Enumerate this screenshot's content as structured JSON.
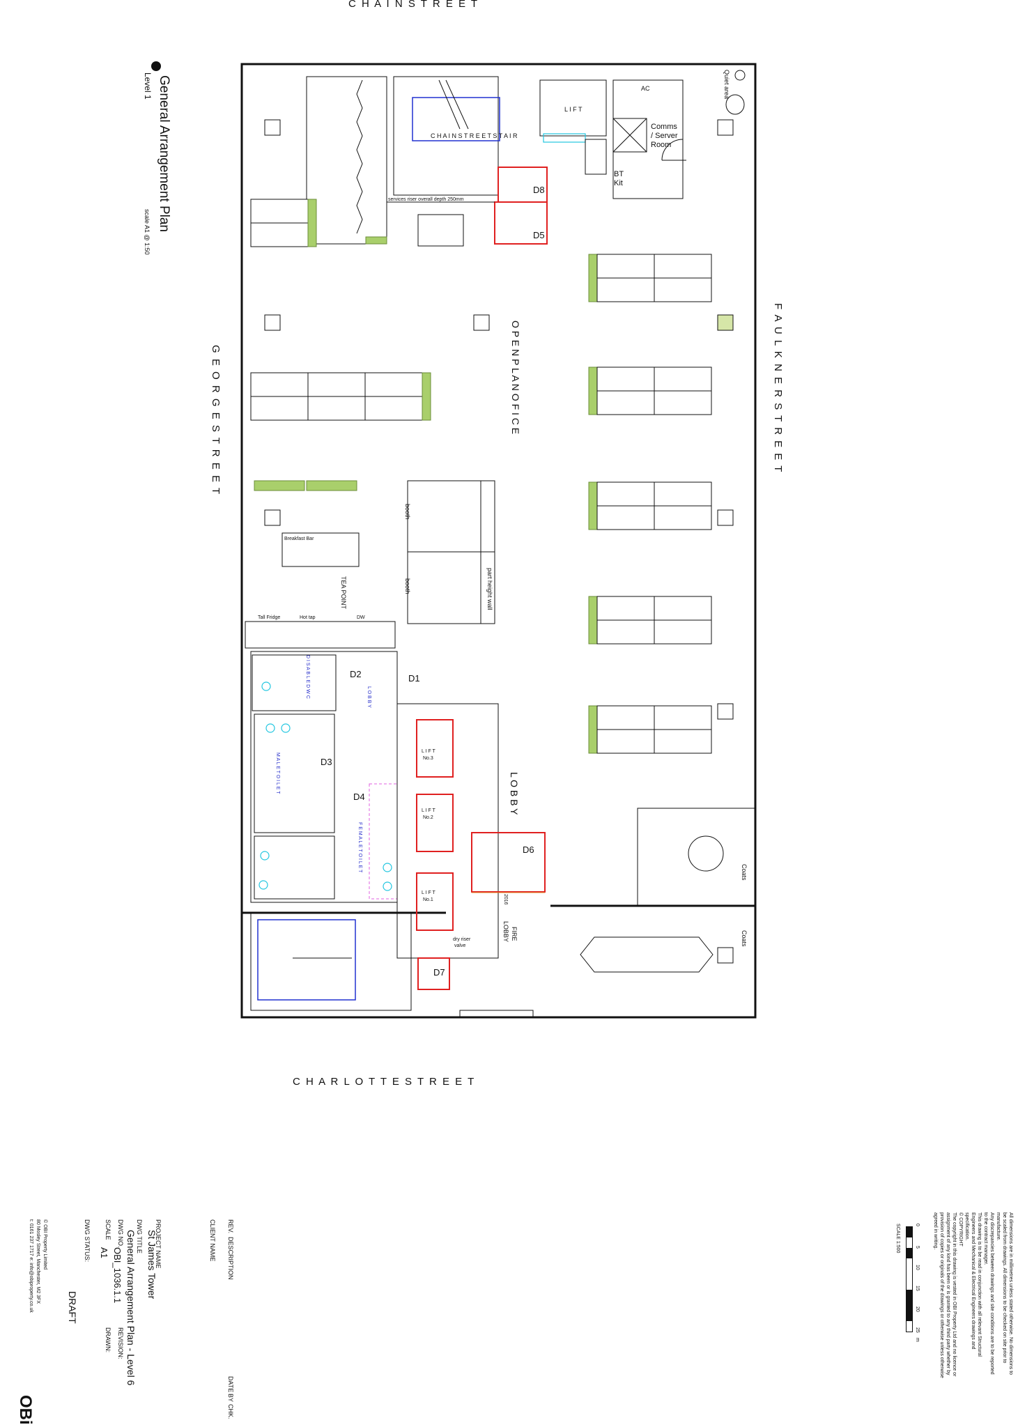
{
  "streets": {
    "top": "C H A I N          S T R E E T",
    "left": "G E O R G E         S T R E E T",
    "right": "F A U L K N E R         S T R E E T",
    "bottom": "C H A R L O T T E          S T R E E T"
  },
  "plan_title": {
    "title": "General Arrangement Plan",
    "level": "Level 1",
    "scale": "scale A1 @ 1:50"
  },
  "rooms": {
    "quiet_area": "Quiet area",
    "ac": "AC",
    "lift_top": "L I F T",
    "chain_stair": "C H A I N  S T R E E T  S T A I R",
    "comms": "Comms",
    "comms2": "/ Server",
    "comms3": "Room",
    "bt_kit": "BT",
    "bt_kit2": "Kit",
    "services": "services  riser  overall  depth  250mm",
    "open_plan": "O P E N  P L A N  O F I C E",
    "booth1": "booth",
    "booth2": "booth",
    "part_height": "part height wall",
    "breakfast": "Breakfast Bar",
    "tea_point": "TEA POINT",
    "tall_fridge": "Tall Fridge",
    "hot_tap": "Hot tap",
    "dw": "DW",
    "disabled_wc": "D I S A B L E D  W C",
    "lobby_small": "L O B B Y",
    "male_toilet": "M A L E  T O I L E T",
    "female_toilet": "F E M A L E  T O I L E T",
    "lobby": "L O B B Y",
    "lift3": "L I F T",
    "lift3_no": "No.3",
    "lift2": "L I F T",
    "lift2_no": "No.2",
    "lift1": "L I F T",
    "lift1_no": "No.1",
    "fire_lobby": "FIRE",
    "fire_lobby2": "LOBBY",
    "dry_riser": "dry riser",
    "dry_riser2": "valve",
    "dim": "2016",
    "coats1": "Coats",
    "coats2": "Coats"
  },
  "doors": [
    "D1",
    "D2",
    "D3",
    "D4",
    "D5",
    "D6",
    "D7",
    "D8"
  ],
  "title_block": {
    "client_name": "CLIENT NAME",
    "rev": "REV.",
    "description": "DESCRIPTION",
    "date": "DATE",
    "by": "BY",
    "chk": "CHK.",
    "project_name_label": "PROJECT NAME",
    "project_name": "St James Tower",
    "dwg_title_label": "DWG TITLE",
    "dwg_title": "General Arrangement Plan - Level 6",
    "dwg_no_label": "DWG NO.",
    "dwg_no": "OBI_1036.1.1",
    "revision_label": "REVISION:",
    "scale_label": "SCALE",
    "scale": "A1",
    "drawn_label": "DRAWN:",
    "status_label": "DWG STATUS:",
    "status": "DRAFT",
    "company": "© OBI Property Limited",
    "address": "80 Mosley Street, Manchester, M2 3FX",
    "contact": "t: 0161 237 1717  e: info@obiproperty.co.uk",
    "logo": "OBi"
  },
  "notes": [
    "All dimensions are in millimetres unless stated otherwise. No dimensions to",
    "be scaled from drawings. All dimensions to be checked on site prior to",
    "manufacture.",
    "Any discrepancies between drawings and site conditions are to be reported",
    "to the contract manager.",
    "This drawing is to be read in conjunction with all relevant Structural",
    "Engineers and Mechanical & Electrical Engineers drawings and",
    "specification.",
    "© COPYRIGHT",
    "The copyright in this drawing is vested in OBI Property Ltd and no licence or",
    "assignment of any kind has been or is granted to any third party whether by",
    "provision of copies or originals of the drawings or otherwise unless otherwise",
    "agreed in writing."
  ],
  "scale_bar": {
    "ticks": [
      "0",
      "5",
      "10",
      "15",
      "20",
      "25"
    ],
    "unit": "m",
    "label": "SCALE 1:500"
  }
}
